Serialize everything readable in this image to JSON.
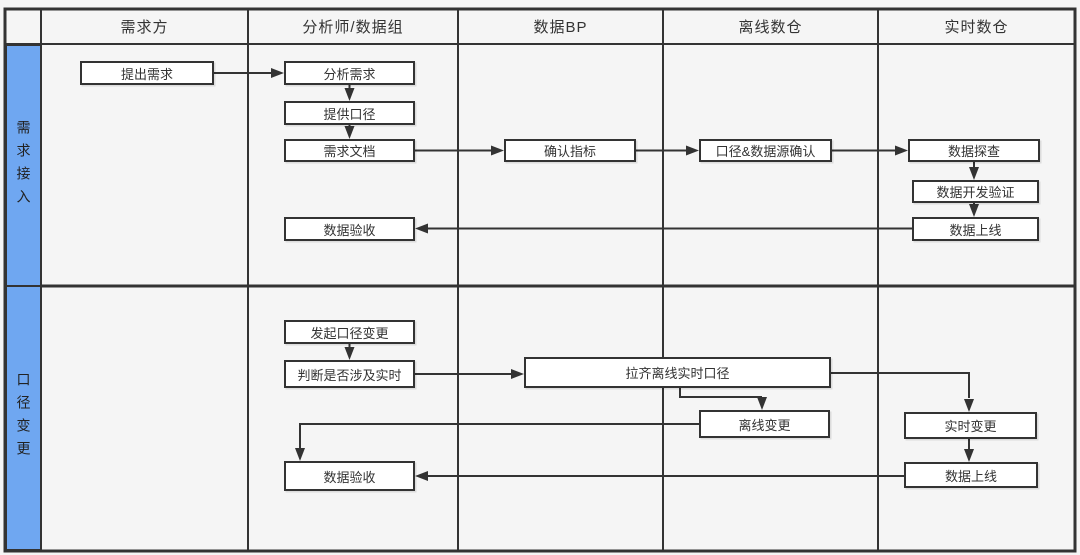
{
  "diagram": {
    "columns": [
      "需求方",
      "分析师/数据组",
      "数据BP",
      "离线数仓",
      "实时数仓"
    ],
    "rows": [
      "需求接入",
      "口径变更"
    ],
    "nodes": {
      "s1": {
        "propose": "提出需求",
        "analyze": "分析需求",
        "provide_caliber": "提供口径",
        "requirement_doc": "需求文档",
        "confirm_metrics": "确认指标",
        "caliber_source_confirm": "口径&数据源确认",
        "data_explore": "数据探查",
        "dev_verify": "数据开发验证",
        "data_online": "数据上线",
        "data_accept": "数据验收"
      },
      "s2": {
        "initiate_change": "发起口径变更",
        "judge_realtime": "判断是否涉及实时",
        "align_caliber": "拉齐离线实时口径",
        "offline_change": "离线变更",
        "realtime_change": "实时变更",
        "data_online": "数据上线",
        "data_accept": "数据验收"
      }
    },
    "edges": [
      {
        "section": "需求接入",
        "from": "提出需求",
        "to": "分析需求"
      },
      {
        "section": "需求接入",
        "from": "分析需求",
        "to": "提供口径"
      },
      {
        "section": "需求接入",
        "from": "提供口径",
        "to": "需求文档"
      },
      {
        "section": "需求接入",
        "from": "需求文档",
        "to": "确认指标"
      },
      {
        "section": "需求接入",
        "from": "确认指标",
        "to": "口径&数据源确认"
      },
      {
        "section": "需求接入",
        "from": "口径&数据源确认",
        "to": "数据探查"
      },
      {
        "section": "需求接入",
        "from": "数据探查",
        "to": "数据开发验证"
      },
      {
        "section": "需求接入",
        "from": "数据开发验证",
        "to": "数据上线"
      },
      {
        "section": "需求接入",
        "from": "数据上线",
        "to": "数据验收"
      },
      {
        "section": "口径变更",
        "from": "发起口径变更",
        "to": "判断是否涉及实时"
      },
      {
        "section": "口径变更",
        "from": "判断是否涉及实时",
        "to": "拉齐离线实时口径"
      },
      {
        "section": "口径变更",
        "from": "拉齐离线实时口径",
        "to": "离线变更"
      },
      {
        "section": "口径变更",
        "from": "拉齐离线实时口径",
        "to": "实时变更"
      },
      {
        "section": "口径变更",
        "from": "实时变更",
        "to": "数据上线"
      },
      {
        "section": "口径变更",
        "from": "离线变更",
        "to": "数据验收"
      },
      {
        "section": "口径变更",
        "from": "数据上线",
        "to": "数据验收"
      }
    ],
    "colors": {
      "lane_fill": "#6FA7F1",
      "border": "#333333",
      "node_fill": "#FFFFFF",
      "background": "#F5F5F5"
    }
  }
}
